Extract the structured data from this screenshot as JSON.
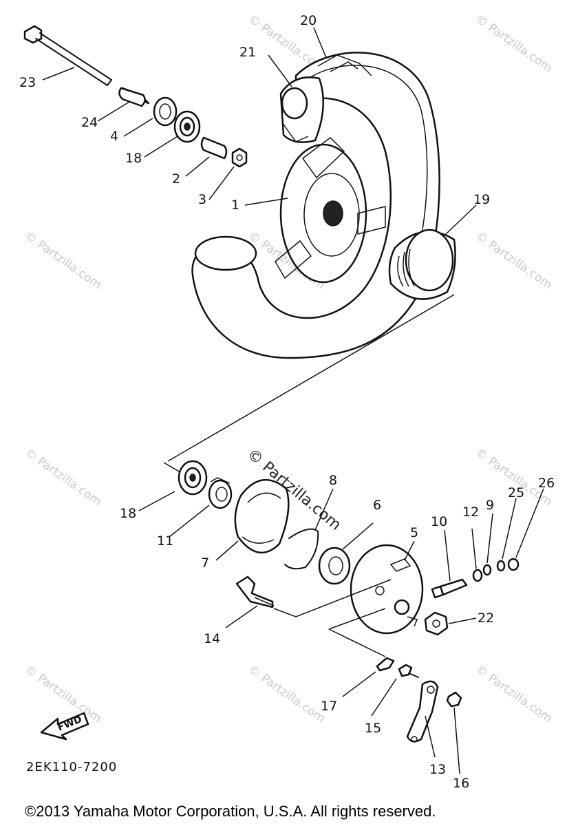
{
  "watermark": "© Partzilla.com",
  "diagram_code": "2EK110-7200",
  "fwd_label": "FWD",
  "copyright": "©2013 Yamaha Motor Corporation, U.S.A. All rights reserved.",
  "labels": {
    "l1": "1",
    "l2": "2",
    "l3": "3",
    "l4": "4",
    "l5": "5",
    "l6": "6",
    "l7": "7",
    "l8": "8",
    "l9": "9",
    "l10": "10",
    "l11": "11",
    "l12": "12",
    "l13": "13",
    "l14": "14",
    "l15": "15",
    "l16": "16",
    "l17": "17",
    "l18a": "18",
    "l18b": "18",
    "l19": "19",
    "l20": "20",
    "l21": "21",
    "l22": "22",
    "l23": "23",
    "l24": "24",
    "l25": "25",
    "l26": "26"
  }
}
